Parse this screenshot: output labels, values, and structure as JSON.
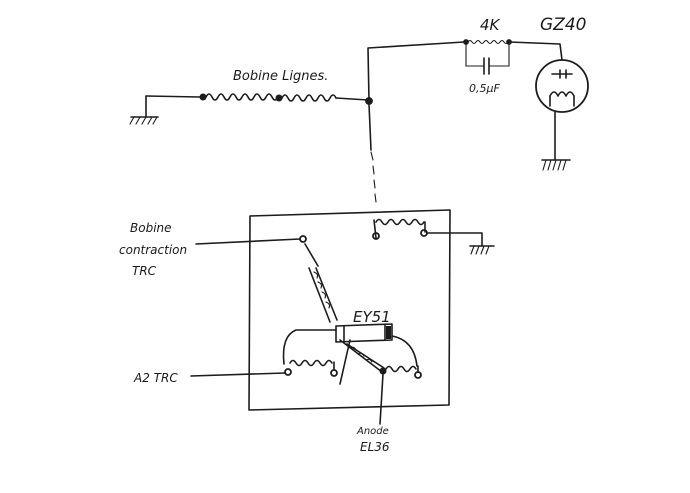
{
  "labels": {
    "resistor": "4K",
    "tube": "GZ40",
    "capacitor": "0,5μF",
    "line_coil": "Bobine Lignes.",
    "contraction_coil_line1": "Bobine",
    "contraction_coil_line2": "contraction",
    "contraction_coil_line3": "TRC",
    "diode": "EY51",
    "a2": "A2 TRC",
    "anode_line1": "Anode",
    "anode_line2": "EL36"
  }
}
